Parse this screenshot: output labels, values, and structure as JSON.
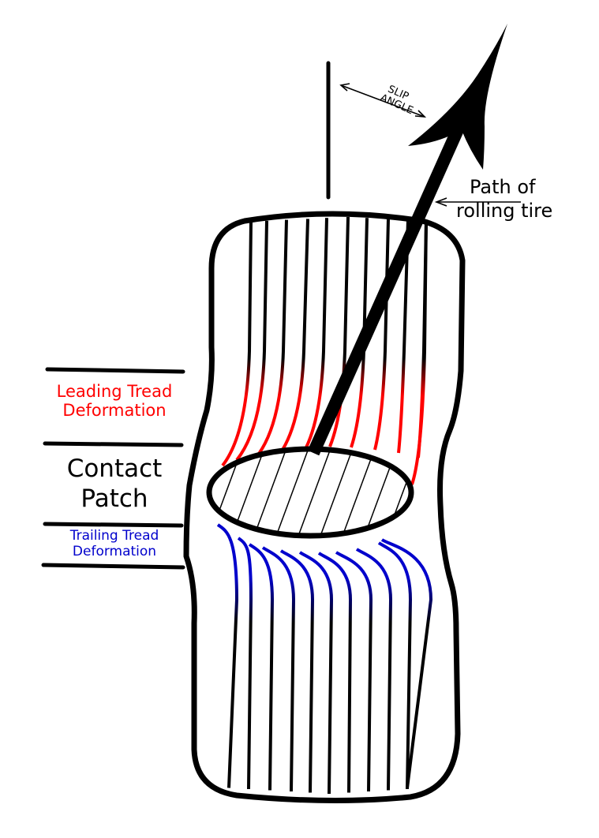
{
  "diagram": {
    "title": "Tire slip angle and tread deformation",
    "labels": {
      "slip_angle": [
        "SLIP",
        "ANGLE"
      ],
      "path": [
        "Path of",
        "rolling tire"
      ],
      "leading": [
        "Leading Tread",
        "Deformation"
      ],
      "contact": [
        "Contact",
        "Patch"
      ],
      "trailing": [
        "Trailing Tread",
        "Deformation"
      ]
    },
    "colors": {
      "outline": "#000000",
      "leading": "#ff0000",
      "trailing": "#0000cc",
      "background": "#ffffff"
    },
    "tread_line_count": 11,
    "contact_patch_hatch_count": 10
  }
}
